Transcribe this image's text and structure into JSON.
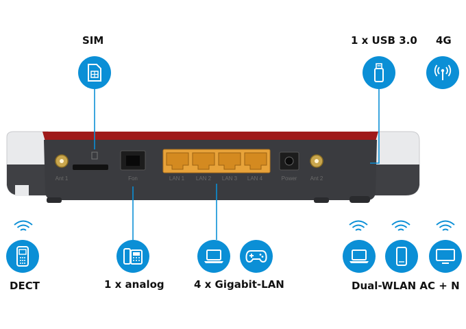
{
  "labels": {
    "sim": "SIM",
    "usb": "1 x USB 3.0",
    "lte": "4G",
    "dect": "DECT",
    "analog": "1 x analog",
    "gigabit_lan": "4 x Gigabit-LAN",
    "wlan": "Dual-WLAN AC + N"
  },
  "ports": {
    "ant1": "Ant 1",
    "fon": "Fon",
    "lan1": "LAN 1",
    "lan2": "LAN 2",
    "lan3": "LAN 3",
    "lan4": "LAN 4",
    "power": "Power",
    "ant2": "Ant 2"
  },
  "icons": {
    "sim": "sim-card-icon",
    "usb": "usb-stick-icon",
    "lte": "antenna-4g-icon",
    "dect": "cordless-phone-icon",
    "analog": "desk-phone-icon",
    "laptop": "laptop-icon",
    "gamepad": "gamepad-icon",
    "smartphone": "smartphone-icon",
    "tv": "tv-icon",
    "wifi": "wifi-signal-icon"
  },
  "colors": {
    "accent_blue": "#0b8fd6",
    "router_red": "#a11a1a",
    "router_body": "#3a3b3f",
    "lan_port": "#e8a33a"
  }
}
